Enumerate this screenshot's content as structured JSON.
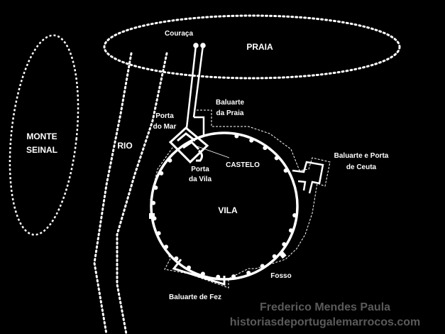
{
  "labels": {
    "couraca": "Couraça",
    "praia": "PRAIA",
    "monte": [
      "MONTE",
      "SEINAL"
    ],
    "rio": "RIO",
    "porta_mar": [
      "Porta",
      "do Mar"
    ],
    "baluarte_praia": [
      "Baluarte",
      "da Praia"
    ],
    "castelo": "CASTELO",
    "porta_vila": [
      "Porta",
      "da Vila"
    ],
    "baluarte_ceuta": [
      "Baluarte e Porta",
      "de Ceuta"
    ],
    "vila": "VILA",
    "fosso": "Fosso",
    "baluarte_fez": "Baluarte de Fez"
  },
  "watermark": {
    "author": "Frederico Mendes Paula",
    "site": "historiasdeportugalemarrocos.com"
  },
  "colors": {
    "background": "#000000",
    "lines": "#ffffff",
    "watermark": "#5a5a5a"
  }
}
